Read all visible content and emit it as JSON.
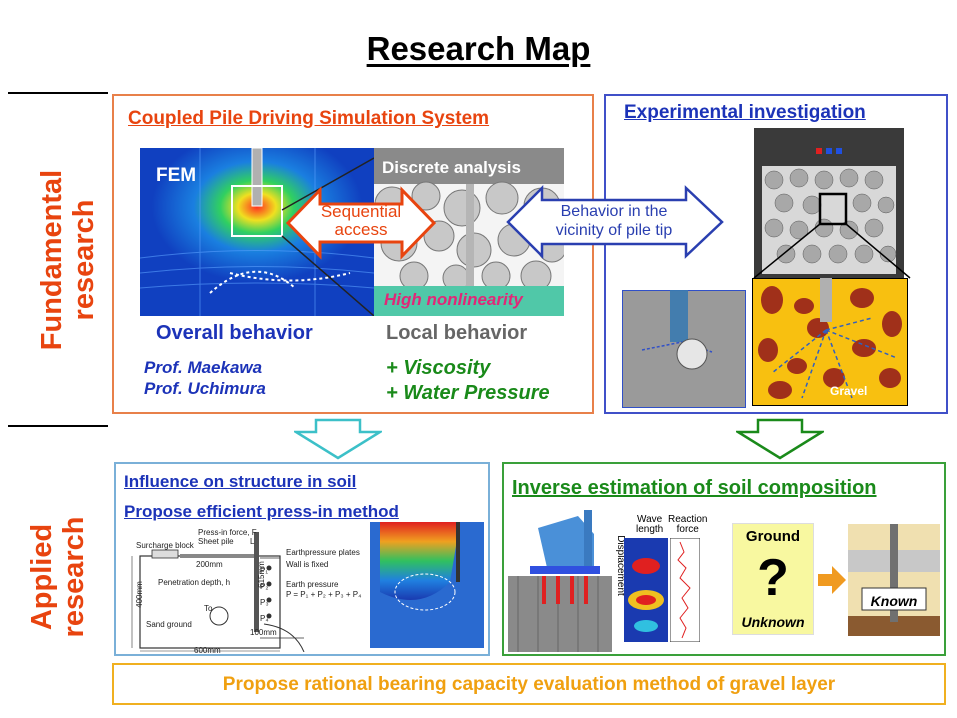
{
  "title": "Research Map",
  "side_labels": {
    "fundamental": [
      "Fundamental",
      "research"
    ],
    "applied": [
      "Applied",
      "research"
    ]
  },
  "coupled": {
    "title": "Coupled Pile Driving Simulation System",
    "fem": "FEM",
    "discrete": "Discrete analysis",
    "sequential": [
      "Sequential",
      "access"
    ],
    "high_nonlinearity": "High nonlinearity",
    "overall": "Overall behavior",
    "local": "Local behavior",
    "viscosity": "+ Viscosity",
    "water": "+ Water Pressure",
    "prof1": "Prof. Maekawa",
    "prof2": "Prof. Uchimura"
  },
  "behavior_arrow": [
    "Behavior in the",
    "vicinity of pile tip"
  ],
  "experimental": {
    "title": "Experimental investigation",
    "gravel": "Gravel"
  },
  "influence": {
    "title1": "Influence on structure in soil",
    "title2": "Propose efficient press-in method",
    "labels": {
      "press_force": "Press-in force, F",
      "sheet_pile": "Sheet pile",
      "surcharge": "Surcharge block",
      "earth_plates": "Earthpressure plates",
      "wall_fixed": "Wall is fixed",
      "penetration": "Penetration depth, h",
      "earth_pressure": "Earth pressure",
      "formula": "P = P₁ + P₂ + P₃ + P₄",
      "sand": "Sand ground",
      "dim_top": "200mm",
      "dim_h": "615mm",
      "dim_bot": "100mm",
      "dim_w": "600mm",
      "dim_left": "400mm",
      "to": "To",
      "l": "L",
      "p1": "P₁",
      "p2": "P₂",
      "p3": "P₃",
      "p4": "P₄"
    }
  },
  "inverse": {
    "title": "Inverse estimation of soil composition",
    "wave_length": [
      "Wave",
      "length"
    ],
    "reaction_force": [
      "Reaction",
      "force"
    ],
    "displacement": "Displacement",
    "ground": "Ground",
    "question": "?",
    "unknown": "Unknown",
    "known": "Known"
  },
  "bottom": "Propose rational bearing capacity evaluation method of gravel layer",
  "colors": {
    "orange": "#e8440f",
    "blue": "#2a3fb0",
    "green": "#1a8a1a",
    "cyan": "#3cc0c8",
    "gold": "#f0b020"
  }
}
